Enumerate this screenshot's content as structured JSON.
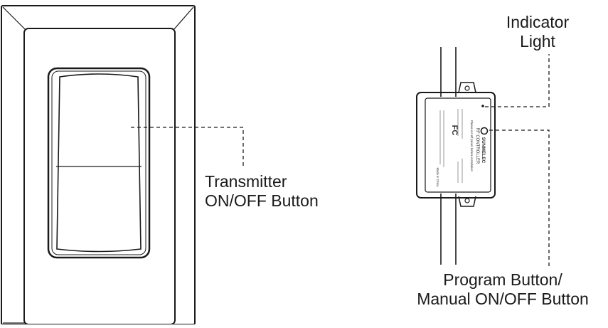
{
  "callouts": {
    "transmitter": {
      "line1": "Transmitter",
      "line2": "ON/OFF Button"
    },
    "indicator": {
      "line1": "Indicator",
      "line2": "Light"
    },
    "program": {
      "line1": "Program Button/",
      "line2": "Manual ON/OFF Button"
    }
  },
  "controller": {
    "brand": "SUNMELEC",
    "fcc_mark": "FC",
    "model_title": "RF CONTROLLER",
    "install_note": "Please cut off power before installation",
    "made_in": "Made in China"
  },
  "colors": {
    "line": "#1a1a1a",
    "background": "#ffffff"
  }
}
